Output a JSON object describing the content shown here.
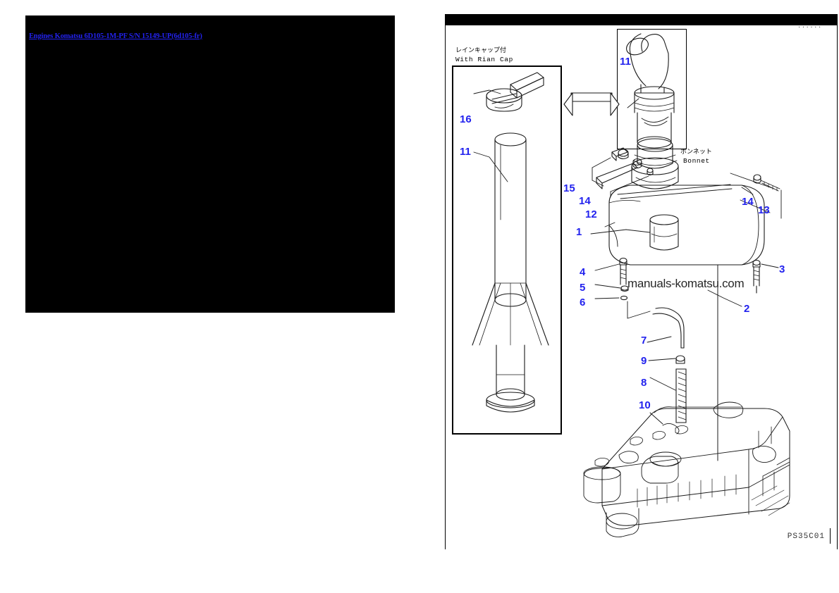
{
  "viewer": {
    "link_text": "Engines Komatsu 6D105-1M-PF S/N 15149-UP(6d105-fr)",
    "link_color": "#2222ee",
    "background_color": "#000000"
  },
  "diagram": {
    "top_bar_code": "......",
    "figure_code": "PS35C01",
    "watermark": "manuals-komatsu.com",
    "callout_color": "#2222ee",
    "captions": [
      {
        "jp": "レインキャップ付",
        "en": "With Rian Cap"
      },
      {
        "jp": "ボンネット",
        "en": "Bonnet"
      }
    ],
    "callouts": [
      {
        "id": "16",
        "label": "16"
      },
      {
        "id": "11-left",
        "label": "11"
      },
      {
        "id": "11-inset",
        "label": "11"
      },
      {
        "id": "15",
        "label": "15"
      },
      {
        "id": "14-left",
        "label": "14"
      },
      {
        "id": "12",
        "label": "12"
      },
      {
        "id": "1",
        "label": "1"
      },
      {
        "id": "14-right",
        "label": "14"
      },
      {
        "id": "13",
        "label": "13"
      },
      {
        "id": "4",
        "label": "4"
      },
      {
        "id": "5",
        "label": "5"
      },
      {
        "id": "6",
        "label": "6"
      },
      {
        "id": "3",
        "label": "3"
      },
      {
        "id": "2",
        "label": "2"
      },
      {
        "id": "7",
        "label": "7"
      },
      {
        "id": "9",
        "label": "9"
      },
      {
        "id": "8",
        "label": "8"
      },
      {
        "id": "10",
        "label": "10"
      }
    ]
  }
}
